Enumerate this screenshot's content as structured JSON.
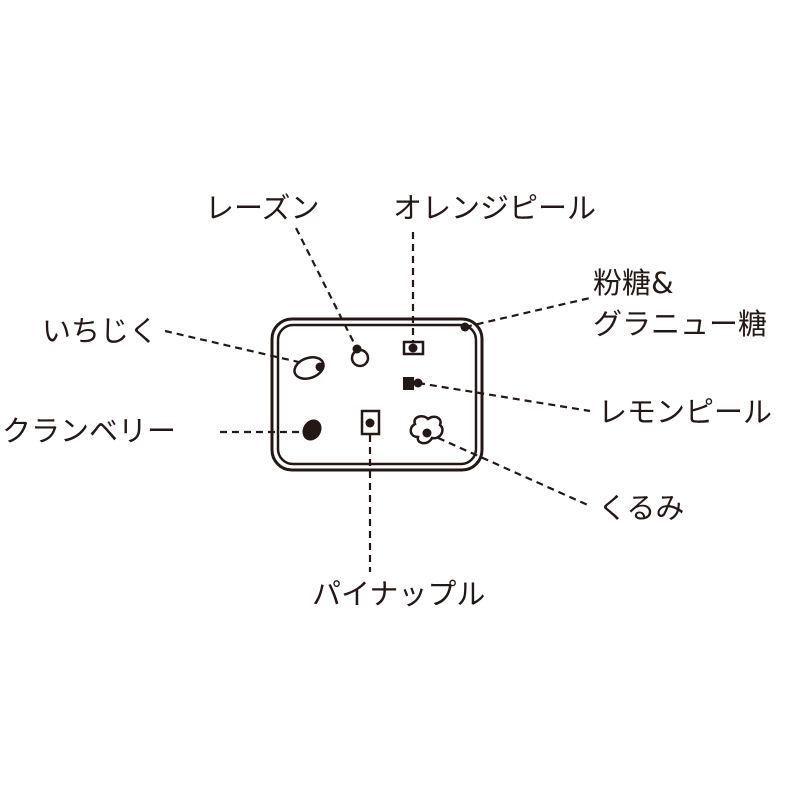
{
  "labels": {
    "raisin": "レーズン",
    "orange_peel": "オレンジピール",
    "sugar_line1": "粉糖&",
    "sugar_line2": "グラニュー糖",
    "fig": "いちじく",
    "cranberry": "クランベリー",
    "lemon_peel": "レモンピール",
    "walnut": "くるみ",
    "pineapple": "パイナップル"
  },
  "colors": {
    "ink": "#231815"
  }
}
